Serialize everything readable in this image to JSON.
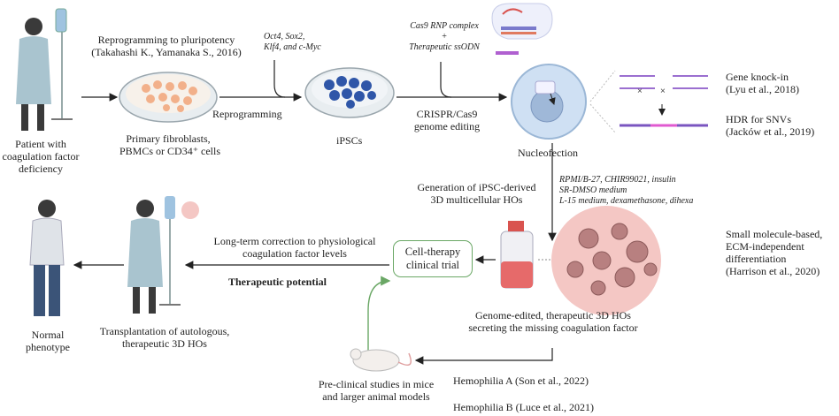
{
  "patient_label": [
    "Patient with",
    "coagulation factor",
    "deficiency"
  ],
  "reprogramming_title": [
    "Reprogramming to pluripotency",
    "(Takahashi K., Yamanaka S., 2016)"
  ],
  "factors": [
    "Oct4, Sox2,",
    "Klf4, and c-Myc"
  ],
  "reprogramming_step": "Reprogramming",
  "fibroblasts_label": [
    "Primary fibroblasts,",
    "PBMCs or CD34⁺ cells"
  ],
  "ipscs_label": "iPSCs",
  "cas9_label": [
    "Cas9 RNP complex",
    "+",
    "Therapeutic ssODN"
  ],
  "crispr_label": [
    "CRISPR/Cas9",
    "genome editing"
  ],
  "nucleofection_label": "Nucleofection",
  "knockin": [
    "Gene knock-in",
    "(Lyu et al., 2018)"
  ],
  "hdr": [
    "HDR for SNVs",
    "(Jacków et al., 2019)"
  ],
  "ho_generation": [
    "Generation of iPSC-derived",
    "3D multicellular HOs"
  ],
  "media": [
    "RPMI/B-27, CHIR99021, insulin",
    "SR-DMSO medium",
    "L-15 medium, dexamethasone, dihexa"
  ],
  "differentiation": [
    "Small molecule-based,",
    "ECM-independent",
    "differentiation",
    "(Harrison et al., 2020)"
  ],
  "long_term": [
    "Long-term correction to physiological",
    "coagulation factor levels"
  ],
  "therapeutic_potential": "Therapeutic potential",
  "cell_therapy": [
    "Cell-therapy",
    "clinical trial"
  ],
  "transplant": [
    "Transplantation of autologous,",
    "therapeutic 3D HOs"
  ],
  "normal": [
    "Normal",
    "phenotype"
  ],
  "genome_edited": [
    "Genome-edited, therapeutic 3D HOs",
    "secreting the missing coagulation factor"
  ],
  "preclinical": [
    "Pre-clinical studies in mice",
    "and larger animal models"
  ],
  "hemophilia_a": "Hemophilia A (Son et al., 2022)",
  "hemophilia_b": "Hemophilia B (Luce et al., 2021)",
  "colors": {
    "trial_border": "#6aa765",
    "figure": "#3a3a3a",
    "gown": "#a9c4cf",
    "cells": "#f2b08a",
    "ipsc": "#2f56a8",
    "organoid": "#f4c7c4"
  }
}
